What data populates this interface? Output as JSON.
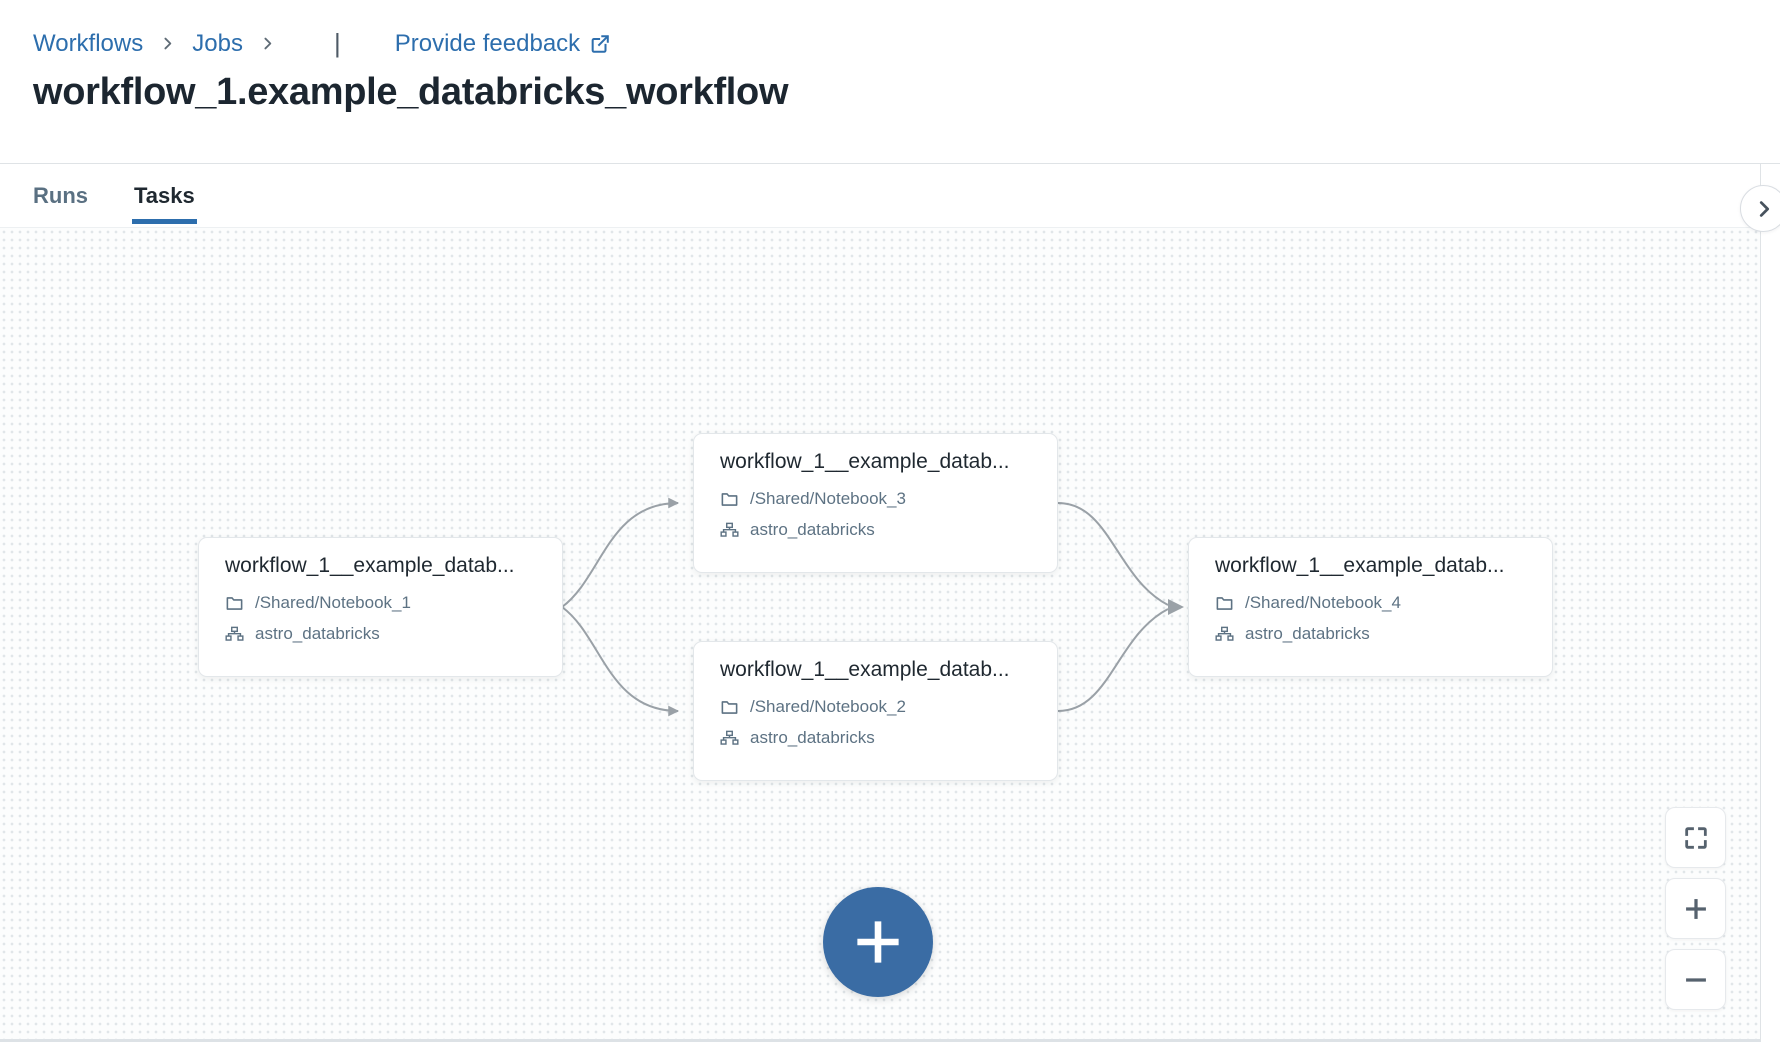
{
  "breadcrumb": {
    "items": [
      "Workflows",
      "Jobs"
    ],
    "pipe": "|",
    "feedback": {
      "label": "Provide feedback",
      "icon": "external-link-icon"
    }
  },
  "page_title": "workflow_1.example_databricks_workflow",
  "tabs": [
    {
      "label": "Runs",
      "active": false
    },
    {
      "label": "Tasks",
      "active": true
    }
  ],
  "canvas": {
    "nodes": [
      {
        "title": "workflow_1__example_datab...",
        "path": "/Shared/Notebook_1",
        "cluster": "astro_databricks",
        "position": "left"
      },
      {
        "title": "workflow_1__example_datab...",
        "path": "/Shared/Notebook_3",
        "cluster": "astro_databricks",
        "position": "top-middle"
      },
      {
        "title": "workflow_1__example_datab...",
        "path": "/Shared/Notebook_2",
        "cluster": "astro_databricks",
        "position": "bottom-middle"
      },
      {
        "title": "workflow_1__example_datab...",
        "path": "/Shared/Notebook_4",
        "cluster": "astro_databricks",
        "position": "right"
      }
    ],
    "edges": [
      {
        "from": "/Shared/Notebook_1",
        "to": "/Shared/Notebook_3"
      },
      {
        "from": "/Shared/Notebook_1",
        "to": "/Shared/Notebook_2"
      },
      {
        "from": "/Shared/Notebook_3",
        "to": "/Shared/Notebook_4"
      },
      {
        "from": "/Shared/Notebook_2",
        "to": "/Shared/Notebook_4"
      }
    ],
    "node_row_icons": [
      "folder-icon",
      "sitemap-icon"
    ],
    "add_task_icon": "plus",
    "controls": [
      {
        "name": "fullscreen",
        "icon": "fullscreen-icon"
      },
      {
        "name": "zoom-in",
        "icon": "plus-icon"
      },
      {
        "name": "zoom-out",
        "icon": "minus-icon"
      }
    ],
    "panel_toggle_icon": "chevron-right"
  },
  "colors": {
    "link_blue": "#2d6ead",
    "tab_underline_blue": "#2d6ead",
    "add_button_blue": "#3a6ca4",
    "title_text": "#1c2630",
    "muted_text": "#5d7283",
    "edge_gray": "#9aa1a7",
    "canvas_dot": "#e1e6e9"
  }
}
